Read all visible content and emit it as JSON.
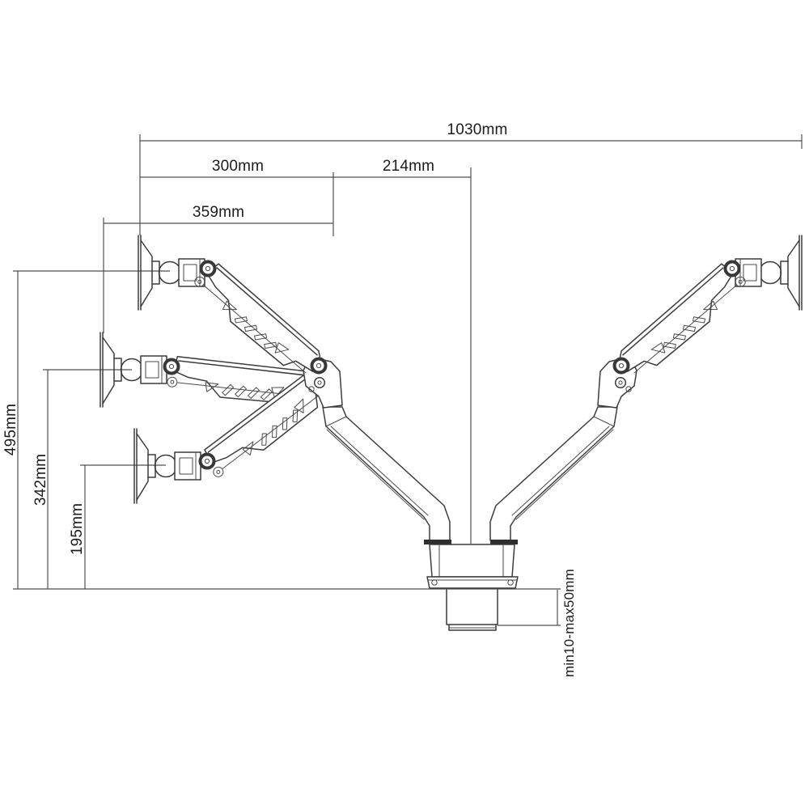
{
  "canvas": {
    "background": "#ffffff",
    "line_color": "#3c3c3c",
    "text_color": "#1c1c1c"
  },
  "drawing": {
    "kind": "technical dimension drawing",
    "subject": "gas-spring monitor desk-mount arm, side view, three height positions and mirrored second arm"
  },
  "dimensions": {
    "total_width": "1030mm",
    "upper_reach": "300mm",
    "center_offset": "214mm",
    "mid_reach": "359mm",
    "height_max": "495mm",
    "height_mid": "342mm",
    "height_min": "195mm",
    "desk_thickness": "min10-max50mm"
  }
}
